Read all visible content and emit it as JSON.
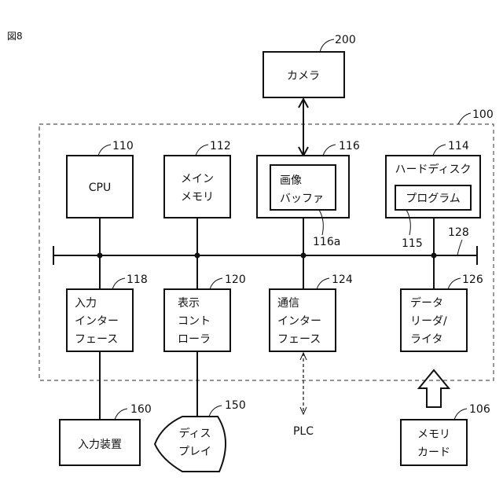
{
  "figure_label": "図8",
  "system": {
    "ref": "100"
  },
  "bus": {
    "ref": "128"
  },
  "camera": {
    "label": "カメラ",
    "ref": "200"
  },
  "cpu": {
    "label": "CPU",
    "ref": "110"
  },
  "main_memory": {
    "lines": [
      "メイン",
      "メモリ"
    ],
    "ref": "112"
  },
  "image_buffer_block": {
    "ref": "116",
    "inner_lines": [
      "画像",
      "バッファ"
    ],
    "inner_ref": "116a"
  },
  "hard_disk": {
    "label": "ハードディスク",
    "ref": "114",
    "inner_label": "プログラム",
    "inner_ref": "115"
  },
  "input_interface": {
    "lines": [
      "入力",
      "インター",
      "フェース"
    ],
    "ref": "118"
  },
  "display_controller": {
    "lines": [
      "表示",
      "コント",
      "ローラ"
    ],
    "ref": "120"
  },
  "comm_interface": {
    "lines": [
      "通信",
      "インター",
      "フェース"
    ],
    "ref": "124"
  },
  "data_rw": {
    "lines": [
      "データ",
      "リーダ/",
      "ライタ"
    ],
    "ref": "126"
  },
  "input_device": {
    "label": "入力装置",
    "ref": "160"
  },
  "display": {
    "lines": [
      "ディス",
      "プレイ"
    ],
    "ref": "150"
  },
  "plc": {
    "label": "PLC"
  },
  "memory_card": {
    "lines": [
      "メモリ",
      "カード"
    ],
    "ref": "106"
  }
}
